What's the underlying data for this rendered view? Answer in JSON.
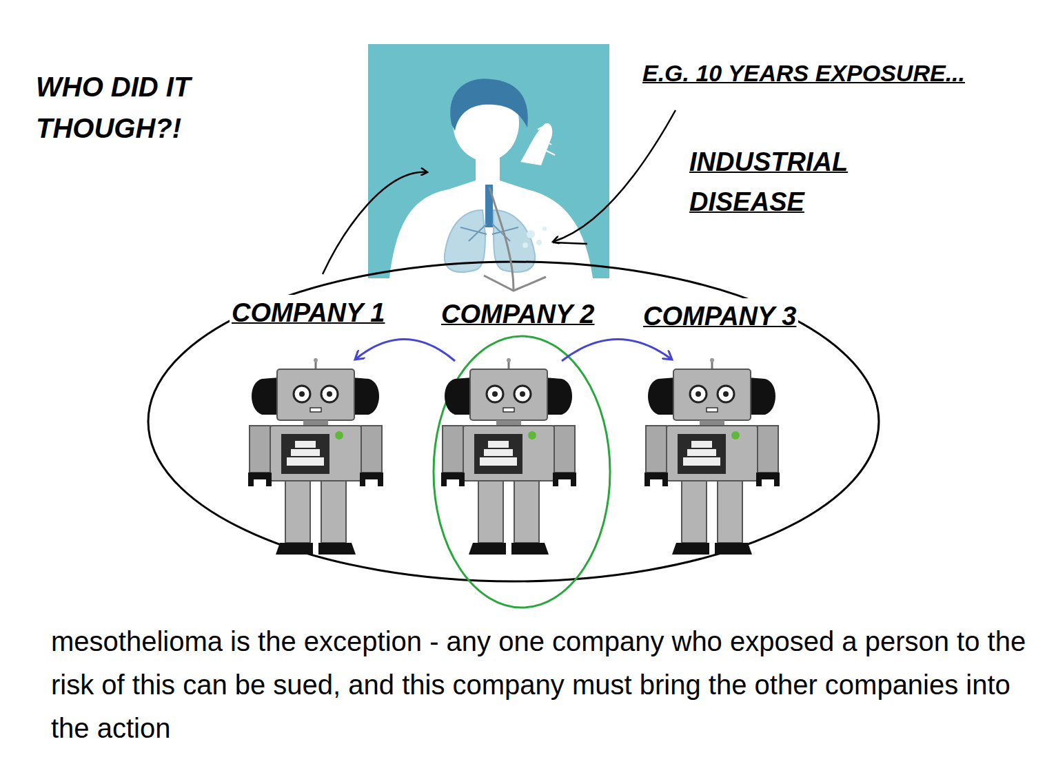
{
  "diagram": {
    "caption": "mesothelioma is the exception - any one company who exposed a person to the risk of this can be sued, and this company must bring the other companies into the action",
    "nodes": [
      {
        "text": [
          "COMPANY 1"
        ]
      },
      {
        "text": [
          "COMPANY 2"
        ]
      },
      {
        "text": [
          "COMPANY 3"
        ]
      }
    ],
    "edges": [
      {
        "from": 1,
        "to": 0,
        "arrow": "to"
      },
      {
        "from": 1,
        "to": 2,
        "arrow": "to"
      }
    ],
    "labels": [
      "WHO DID IT THOUGH?!",
      "E.G. 10 YEARS EXPOSURE...",
      "INDUSTRIAL DISEASE"
    ]
  }
}
